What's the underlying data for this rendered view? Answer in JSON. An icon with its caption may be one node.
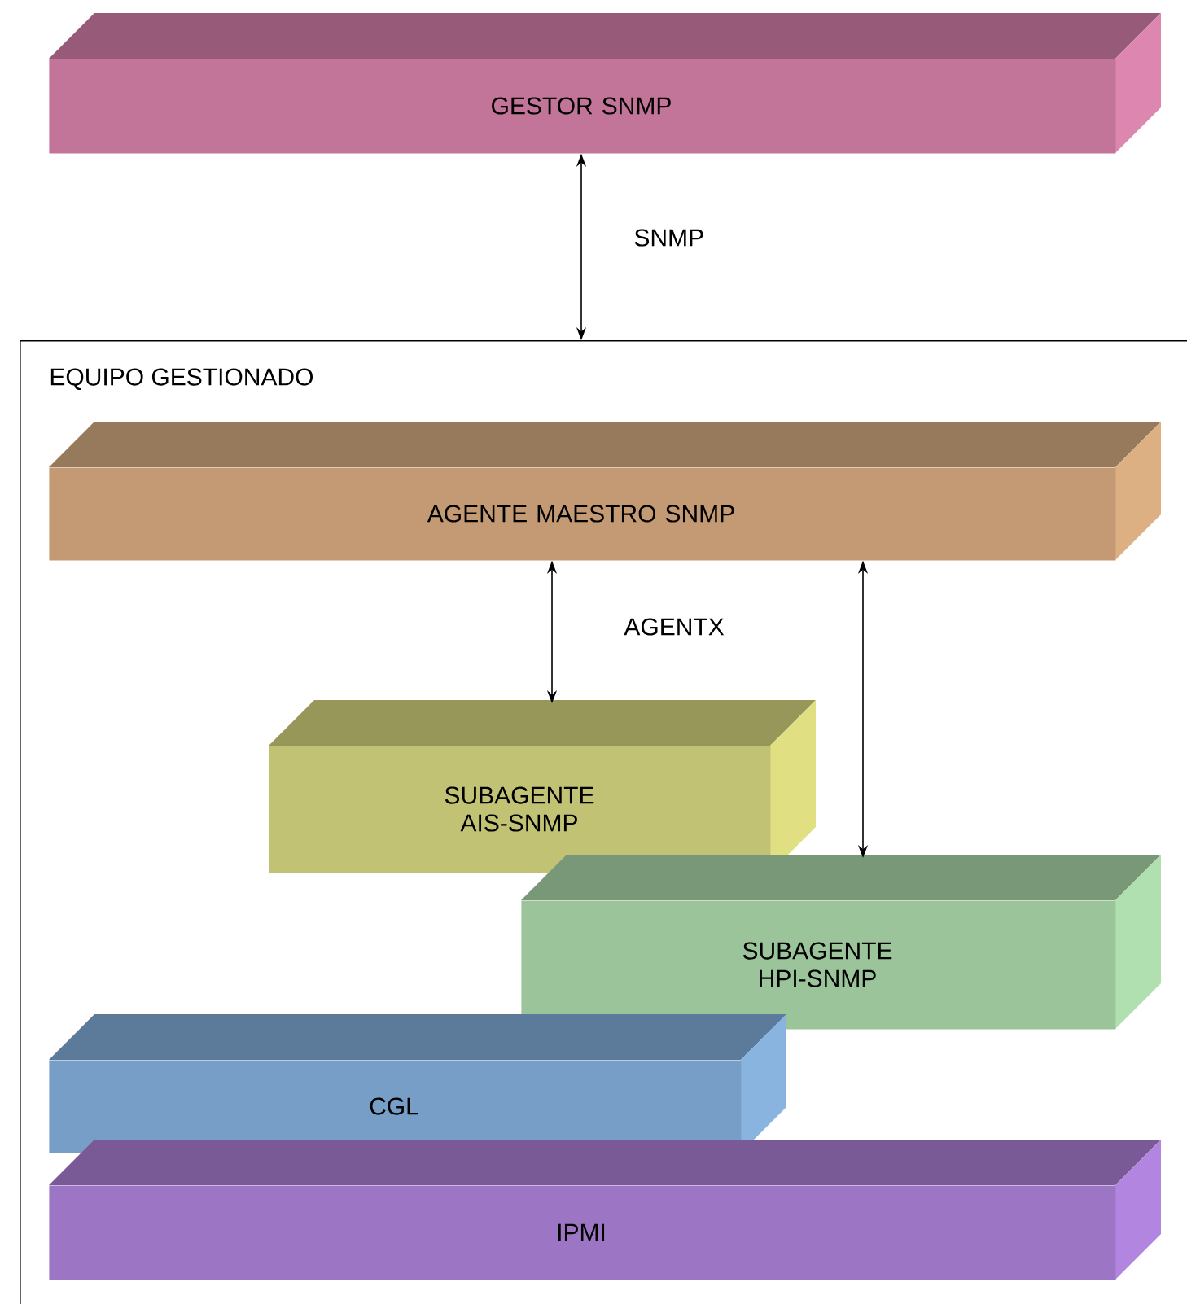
{
  "diagram": {
    "nodes": [
      {
        "text": [
          "GESTOR SNMP"
        ]
      },
      {
        "text": [
          "EQUIPO GESTIONADO"
        ]
      },
      {
        "text": [
          "AGENTE MAESTRO SNMP"
        ],
        "in": 1
      },
      {
        "text": [
          "SUBAGENTE AIS-SNMP"
        ],
        "in": 1
      },
      {
        "text": [
          "SUBAGENTE HPI-SNMP"
        ],
        "in": 1
      },
      {
        "text": [
          "CGL"
        ],
        "in": 1
      },
      {
        "text": [
          "IPMI"
        ],
        "in": 1
      }
    ],
    "edges": [
      {
        "from": 0,
        "to": 1,
        "arrow": "both",
        "label": "SNMP"
      },
      {
        "from": 2,
        "to": 3,
        "arrow": "both",
        "label": "AGENTX"
      },
      {
        "from": 2,
        "to": 4,
        "arrow": "both"
      }
    ]
  }
}
